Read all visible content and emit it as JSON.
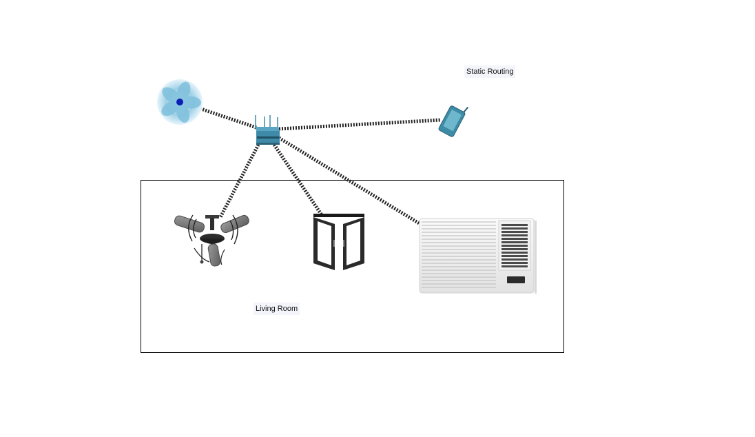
{
  "labels": {
    "static_routing": "Static Routing",
    "living_room": "Living Room"
  },
  "devices": [
    {
      "id": "wind-fan",
      "icon": "wind-fan-icon"
    },
    {
      "id": "router",
      "icon": "wireless-router-icon"
    },
    {
      "id": "smartphone",
      "icon": "smartphone-icon"
    },
    {
      "id": "ceiling-fan",
      "icon": "ceiling-fan-icon"
    },
    {
      "id": "window",
      "icon": "window-icon"
    },
    {
      "id": "air-conditioner",
      "icon": "air-conditioner-icon"
    }
  ],
  "connections": [
    {
      "from": "router",
      "to": "wind-fan",
      "type": "wireless"
    },
    {
      "from": "router",
      "to": "smartphone",
      "type": "wireless"
    },
    {
      "from": "router",
      "to": "ceiling-fan",
      "type": "wireless"
    },
    {
      "from": "router",
      "to": "window",
      "type": "wireless"
    },
    {
      "from": "router",
      "to": "air-conditioner",
      "type": "wireless"
    }
  ],
  "colors": {
    "link": "#222222",
    "router": "#3f8aa8",
    "phone": "#4a9bb6",
    "wind_fan": "#8ec8e2",
    "wind_fan_hub": "#0b1fb5",
    "room_border": "#000000"
  }
}
